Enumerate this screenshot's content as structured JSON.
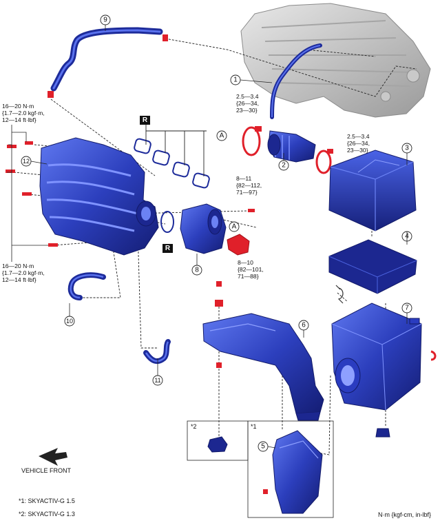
{
  "callouts": {
    "c1": "1",
    "c2": "2",
    "c3": "3",
    "c4": "4",
    "c5": "5",
    "c6": "6",
    "c7": "7",
    "c8": "8",
    "c9": "9",
    "c10": "10",
    "c11": "11",
    "c12": "12"
  },
  "letters": {
    "a": "A",
    "r": "R"
  },
  "torques": {
    "clamp_top": [
      "2.5—3.4",
      "{26—34,",
      "23—30}"
    ],
    "clamp_right": [
      "2.5—3.4",
      "{26—34,",
      "23—30}"
    ],
    "throttle_bolt": [
      "8—11",
      "{82—112,",
      "71—97}"
    ],
    "bracket_bolt": [
      "8—10",
      "{82—101,",
      "71—88}"
    ],
    "manifold_top": [
      "16—20 N·m",
      "{1.7—2.0 kgf·m,",
      "12—14 ft·lbf}"
    ],
    "manifold_bottom": [
      "16—20 N·m",
      "{1.7—2.0 kgf·m,",
      "12—14 ft·lbf}"
    ]
  },
  "inset_labels": {
    "left": "*2",
    "right": "*1"
  },
  "vehicle_front": "VEHICLE FRONT",
  "footnotes": [
    "*1: SKYACTIV-G 1.5",
    "*2: SKYACTIV-G 1.3"
  ],
  "units_legend": "N·m {kgf-cm, in-lbf}",
  "colors": {
    "part_blue": "#2d3fb8",
    "part_dark": "#151f78",
    "bolt_red": "#e0202a",
    "engine_gray": "#b9b9b9"
  }
}
